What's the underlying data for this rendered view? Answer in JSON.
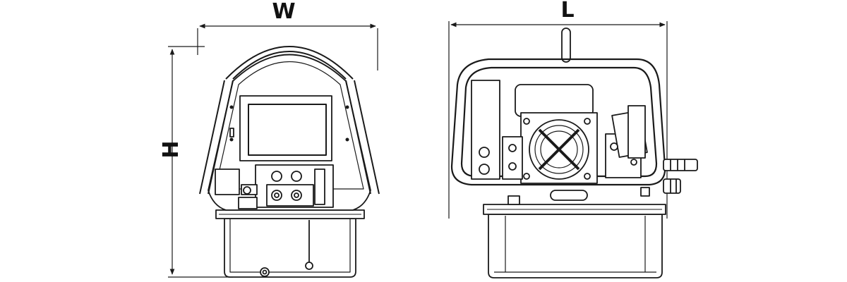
{
  "dimensions": {
    "width_label": "W",
    "length_label": "L",
    "height_label": "H"
  },
  "colors": {
    "line": "#1a1a1a",
    "background": "#ffffff"
  }
}
